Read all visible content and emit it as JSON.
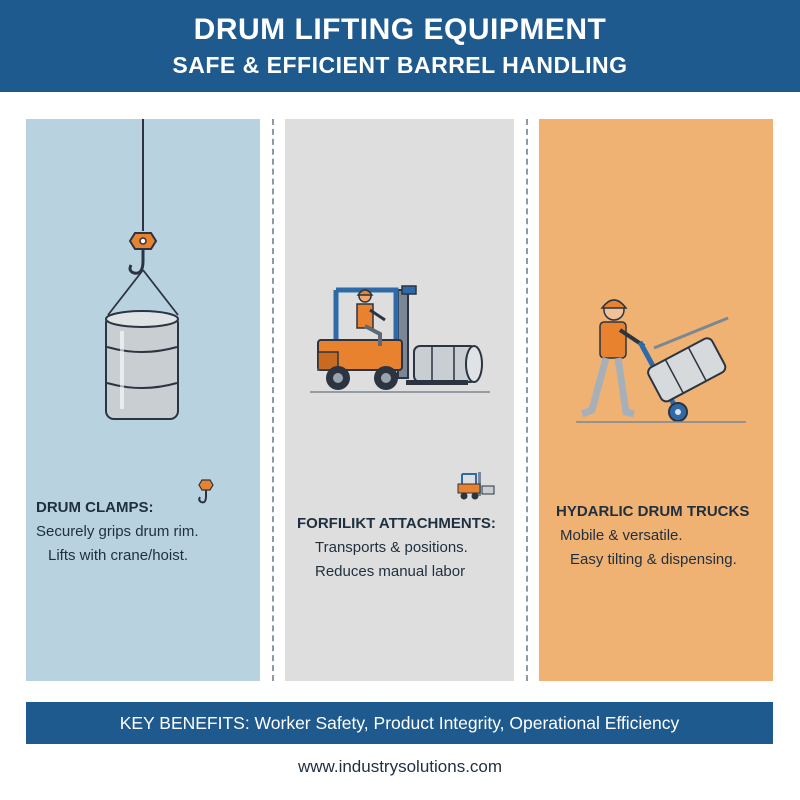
{
  "header": {
    "title": "DRUM LIFTING EQUIPMENT",
    "subtitle": "SAFE & EFFICIENT BARREL HANDLING"
  },
  "panels": [
    {
      "title": "DRUM CLAMPS:",
      "lines": [
        "Securely grips drum rim.",
        "Lifts with crane/hoist."
      ],
      "icon": "hook-icon"
    },
    {
      "title": "FORFILIKT ATTACHMENTS:",
      "lines": [
        "Transports & positions.",
        "Reduces manual labor"
      ],
      "icon": "forklift-icon"
    },
    {
      "title": "HYDARLIC DRUM TRUCKS",
      "lines": [
        "Mobile & versatile.",
        "Easy tilting & dispensing."
      ],
      "icon": "hand-truck-icon"
    }
  ],
  "benefits": "KEY BENEFITS: Worker Safety, Product Integrity, Operational Efficiency",
  "footer": "www.industrysolutions.com",
  "colors": {
    "header": "#1f5a8e",
    "panel1": "#b8d2df",
    "panel2": "#dedede",
    "panel3": "#f0b272",
    "accent_orange": "#e8822e",
    "accent_blue": "#2f6aa8"
  }
}
